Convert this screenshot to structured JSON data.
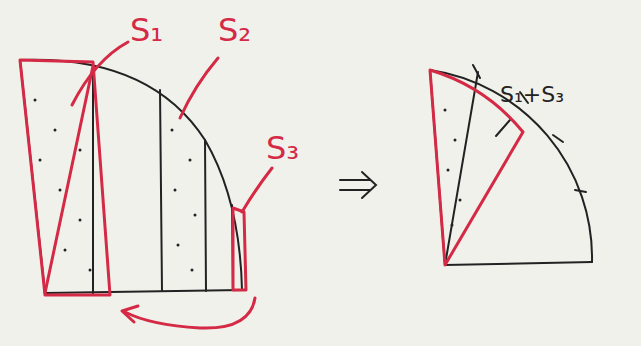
{
  "diagram": {
    "labels": [
      "S₁",
      "S₂",
      "S₃",
      "S₁+S₃"
    ]
  }
}
